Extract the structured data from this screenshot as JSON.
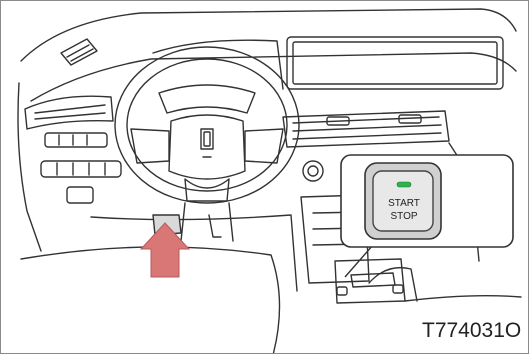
{
  "illustration": {
    "button_label_line1": "START",
    "button_label_line2": "STOP",
    "reference_code": "T774031O",
    "indicator_color": "#2fb24a",
    "arrow_color": "#d97777",
    "line_color": "#333333",
    "callout_fill": "#cfcfcf"
  }
}
